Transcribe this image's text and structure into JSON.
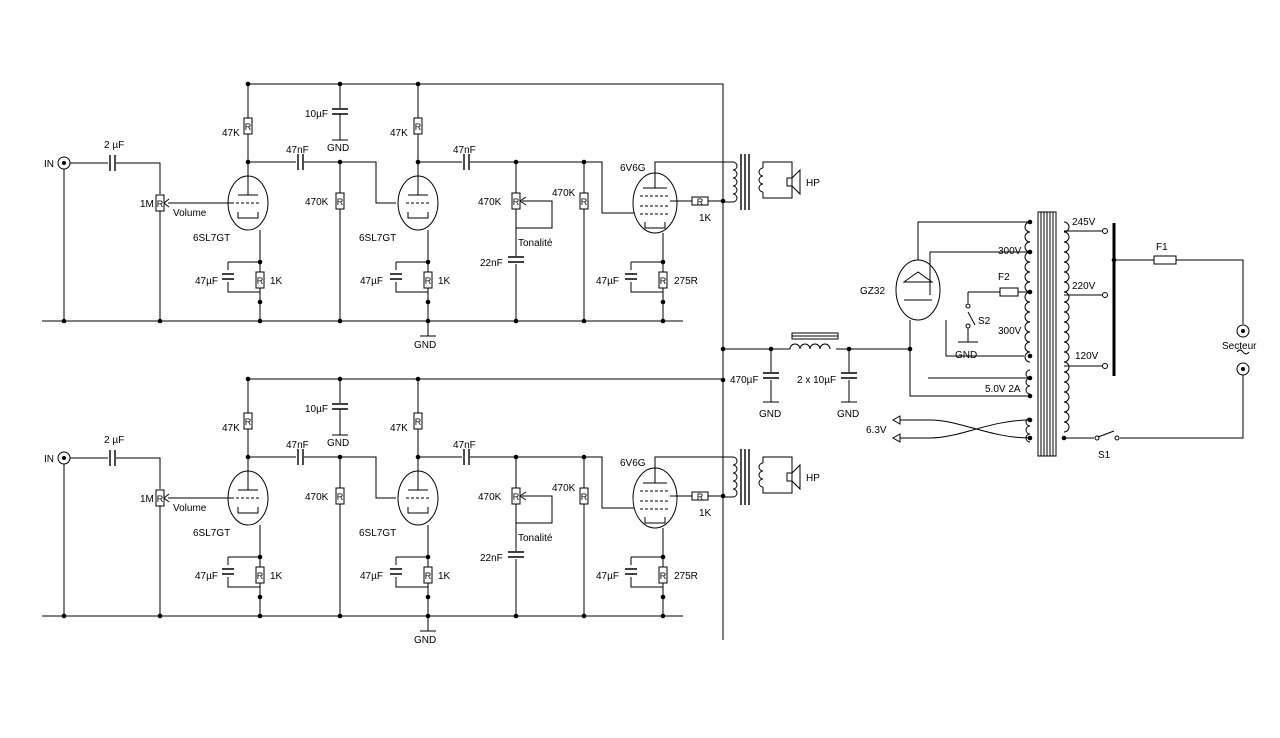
{
  "colors": {
    "ink": "#000000",
    "paper": "#ffffff"
  },
  "channel": {
    "input": "IN",
    "input_cap": "2 µF",
    "volume_pot": "1M",
    "volume_label": "Volume",
    "plate_resistor_1": "47K",
    "plate_resistor_2": "47K",
    "decoupling_cap": "10µF",
    "gnd": "GND",
    "coupling_cap_1": "47nF",
    "coupling_cap_2": "47nF",
    "grid_resistor": "470K",
    "tube_1": "6SL7GT",
    "tube_2": "6SL7GT",
    "cathode_cap_1": "47µF",
    "cathode_cap_2": "47µF",
    "cathode_res_1": "1K",
    "cathode_res_2": "1K",
    "tone_pot": "470K",
    "tone_label": "Tonalité",
    "tone_cap": "22nF",
    "output_grid_res": "470K",
    "output_tube": "6V6G",
    "screen_res": "1K",
    "output_cathode_cap": "47µF",
    "output_cathode_res": "275R",
    "speaker": "HP",
    "resistor_symbol": "R"
  },
  "power_supply": {
    "rectifier": "GZ32",
    "reservoir_cap": "470µF",
    "filter_cap": "2 x 10µF",
    "gnd": "GND",
    "fuse_main": "F1",
    "fuse_ht": "F2",
    "switch_standby": "S2",
    "switch_mains": "S1",
    "ht_winding_upper": "300V",
    "ht_winding_lower": "300V",
    "rect_heater": "5.0V 2A",
    "heater": "6.3V",
    "tap_245": "245V",
    "tap_220": "220V",
    "tap_120": "120V",
    "mains": "Secteur"
  }
}
